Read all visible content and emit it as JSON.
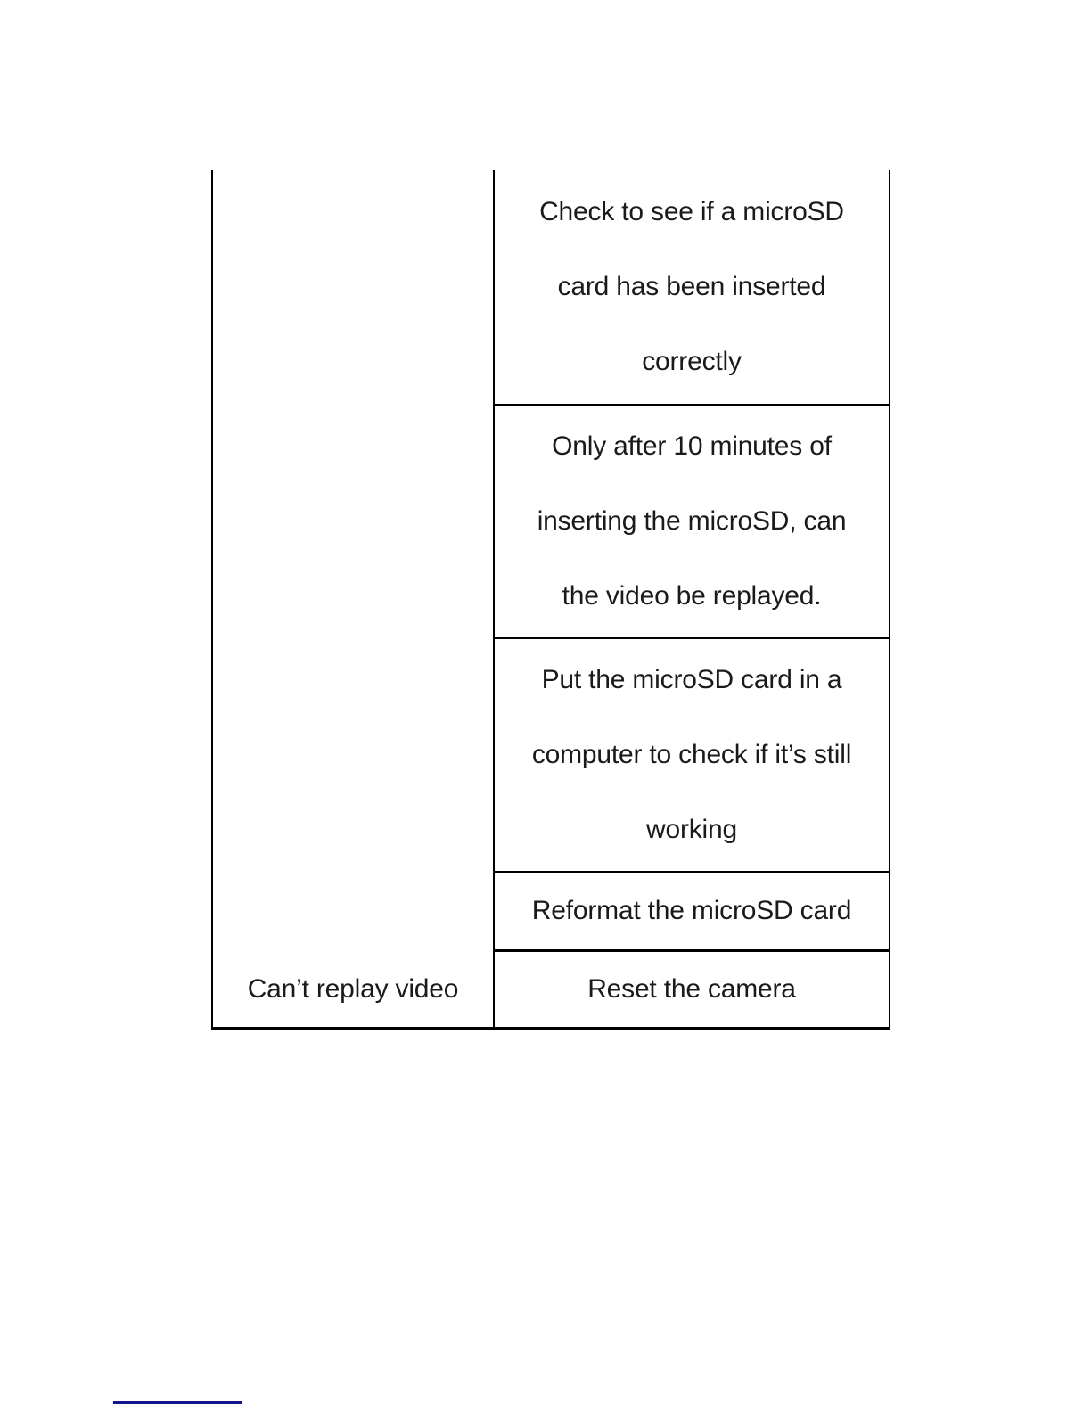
{
  "page": {
    "background_color": "#ffffff",
    "text_color": "#1a1a1a",
    "border_color": "#000000"
  },
  "table": {
    "problem": "Can’t replay video",
    "solutions": [
      {
        "lines": [
          "Check to see if a microSD",
          "card has been inserted",
          "correctly"
        ]
      },
      {
        "lines": [
          "Only after 10 minutes of",
          "inserting the microSD, can",
          "the video be replayed."
        ]
      },
      {
        "lines": [
          "Put the microSD card in a",
          "computer to check if it’s still",
          "working"
        ]
      },
      {
        "lines": [
          "Reformat the microSD card"
        ]
      },
      {
        "lines": [
          "Reset the camera"
        ]
      }
    ]
  },
  "footer": {
    "hyperlink_underline_color": "#14148c"
  }
}
